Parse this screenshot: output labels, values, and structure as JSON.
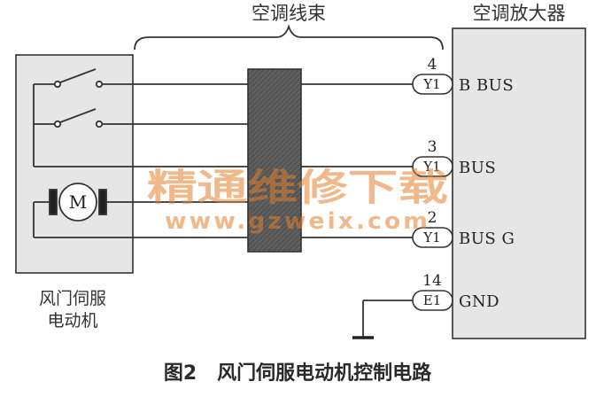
{
  "diagram": {
    "harness_label": "空调线束",
    "amplifier_label": "空调放大器",
    "servo_label_line1": "风门伺服",
    "servo_label_line2": "电动机",
    "motor_symbol": "M",
    "ground_symbol": "ground-symbol",
    "pins": [
      {
        "number": "4",
        "connector": "Y1",
        "name": "B BUS"
      },
      {
        "number": "3",
        "connector": "Y1",
        "name": "BUS"
      },
      {
        "number": "2",
        "connector": "Y1",
        "name": "BUS G"
      },
      {
        "number": "14",
        "connector": "E1",
        "name": "GND"
      }
    ],
    "caption": "图2   风门伺服电动机控制电路",
    "watermark_text": "精通维修下载",
    "watermark_url": "www.gzweix.com",
    "colors": {
      "box_fill": "#e6e6e6",
      "harness_block": "#5a5a5a",
      "line": "#333333",
      "watermark": "#e4802e"
    }
  }
}
